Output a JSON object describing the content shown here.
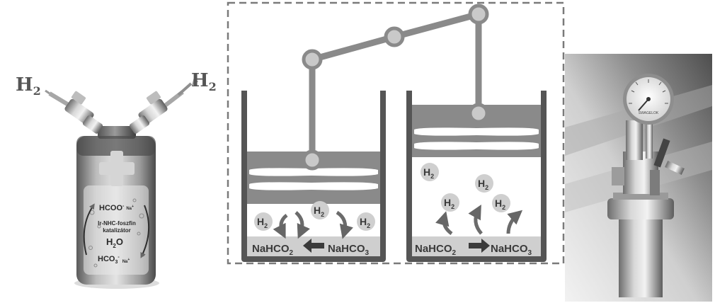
{
  "battery": {
    "h2_left": {
      "main": "H",
      "sub": "2"
    },
    "h2_right": {
      "main": "H",
      "sub": "2"
    },
    "formate": {
      "main": "HCOO",
      "sup": "-",
      "counter": "Na",
      "counter_sup": "+"
    },
    "catalyst_line1": "Ir-NHC-foszfin",
    "catalyst_line2": "katalizátor",
    "water": {
      "pre": "H",
      "sub": "2",
      "post": "O"
    },
    "bicarbonate": {
      "main": "HCO",
      "sub": "3",
      "sup": "-",
      "counter": "Na",
      "counter_sup": "+"
    }
  },
  "pistons": {
    "left_chamber": {
      "h2_bubbles": [
        {
          "main": "H",
          "sub": "2"
        },
        {
          "main": "H",
          "sub": "2"
        },
        {
          "main": "H",
          "sub": "2"
        }
      ],
      "reactant": {
        "main": "NaHCO",
        "sub": "2"
      },
      "product": {
        "main": "NaHCO",
        "sub": "3"
      }
    },
    "right_chamber": {
      "h2_bubbles": [
        {
          "main": "H",
          "sub": "2"
        },
        {
          "main": "H",
          "sub": "2"
        },
        {
          "main": "H",
          "sub": "2"
        },
        {
          "main": "H",
          "sub": "2"
        }
      ],
      "reactant": {
        "main": "NaHCO",
        "sub": "2"
      },
      "product": {
        "main": "NaHCO",
        "sub": "3"
      }
    }
  },
  "reactor_photo": {
    "gauge_brand": "SWAGELOK",
    "colors": {
      "steel": "#9a9a9a",
      "bg_dark": "#5c5c5c",
      "bg_light": "#e6e6e6"
    }
  },
  "colors": {
    "piston_dark": "#555555",
    "piston_mid": "#8a8a8a",
    "bubble": "#cfcfcf",
    "arrow": "#666666"
  }
}
